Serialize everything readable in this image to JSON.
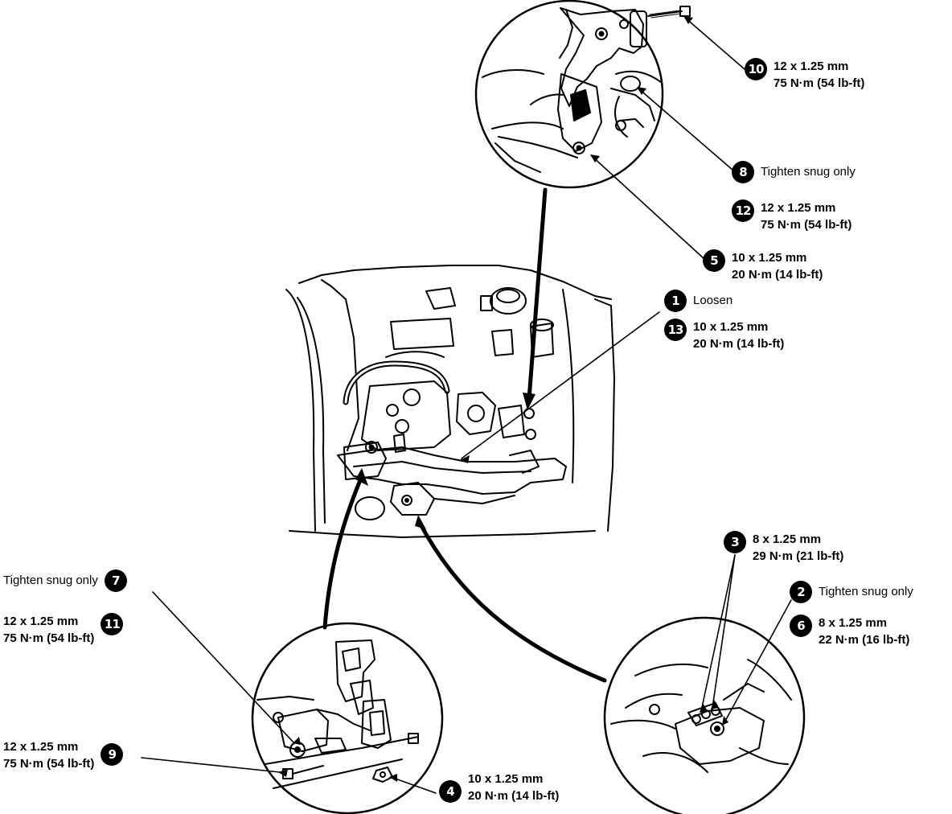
{
  "colors": {
    "ink": "#000000",
    "paper": "#ffffff"
  },
  "callouts": [
    {
      "id": "10",
      "number": "10",
      "lines": [
        "12 x 1.25 mm",
        "75 N·m (54 lb-ft)"
      ],
      "style": "bold"
    },
    {
      "id": "8",
      "number": "8",
      "lines": [
        "Tighten snug only"
      ],
      "style": "plain"
    },
    {
      "id": "12",
      "number": "12",
      "lines": [
        "12 x 1.25 mm",
        "75 N·m (54 lb-ft)"
      ],
      "style": "bold"
    },
    {
      "id": "5",
      "number": "5",
      "lines": [
        "10 x 1.25 mm",
        "20 N·m (14 lb-ft)"
      ],
      "style": "bold"
    },
    {
      "id": "1",
      "number": "1",
      "lines": [
        "Loosen"
      ],
      "style": "plain"
    },
    {
      "id": "13",
      "number": "13",
      "lines": [
        "10 x 1.25 mm",
        "20 N·m (14 lb-ft)"
      ],
      "style": "bold"
    },
    {
      "id": "3",
      "number": "3",
      "lines": [
        "8 x 1.25 mm",
        "29 N·m (21 lb-ft)"
      ],
      "style": "bold"
    },
    {
      "id": "2",
      "number": "2",
      "lines": [
        "Tighten snug only"
      ],
      "style": "plain"
    },
    {
      "id": "6",
      "number": "6",
      "lines": [
        "8 x 1.25 mm",
        "22 N·m (16 lb-ft)"
      ],
      "style": "bold"
    },
    {
      "id": "7",
      "number": "7",
      "lines": [
        "Tighten snug only"
      ],
      "style": "plain"
    },
    {
      "id": "11",
      "number": "11",
      "lines": [
        "12 x 1.25 mm",
        "75 N·m (54 lb-ft)"
      ],
      "style": "bold"
    },
    {
      "id": "9",
      "number": "9",
      "lines": [
        "12 x 1.25 mm",
        "75 N·m (54 lb-ft)"
      ],
      "style": "bold"
    },
    {
      "id": "4",
      "number": "4",
      "lines": [
        "10 x 1.25 mm",
        "20 N·m (14 lb-ft)"
      ],
      "style": "bold"
    }
  ]
}
